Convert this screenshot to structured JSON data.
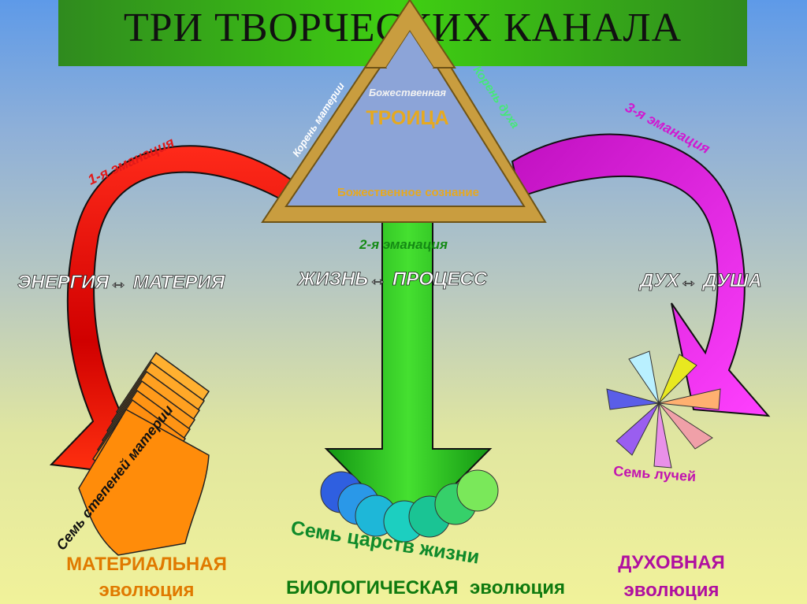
{
  "title": "ТРИ ТВОРЧЕСКИХ КАНАЛА",
  "triangle": {
    "top": "Божественная",
    "middle": "ТРОИЦА",
    "bottom": "Божественное сознание",
    "left_side": "Корень материи",
    "right_side": "Корень духа"
  },
  "emanations": {
    "first": "1-я эманация",
    "second": "2-я эманация",
    "third": "3-я эманация"
  },
  "pairs": {
    "left": "ЭНЕРГИЯ↔ МАТЕРИЯ",
    "center": "ЖИЗНЬ↔ ПРОЦЕСС",
    "right": "ДУХ↔ ДУША"
  },
  "sevens": {
    "matter": "Семь степеней материи",
    "life": "Семь царств жизни",
    "rays": "Семь лучей"
  },
  "evolutions": {
    "material_line1": "МАТЕРИАЛЬНАЯ",
    "material_line2": "эволюция",
    "biological_bold": "БИОЛОГИЧЕСКАЯ",
    "biological_word": "эволюция",
    "spiritual_line1": "ДУХОВНАЯ",
    "spiritual_line2": "эволюция"
  },
  "colors": {
    "green_arrow": "#22b419",
    "red_arrow": "#e01010",
    "magenta_arrow": "#cc14cc",
    "triangle_gold": "#c49a3c",
    "orange_sheets": "#ff9a1a",
    "material_text": "#e07a00",
    "biological_text": "#0f7a0f",
    "spiritual_text": "#b010a0"
  }
}
